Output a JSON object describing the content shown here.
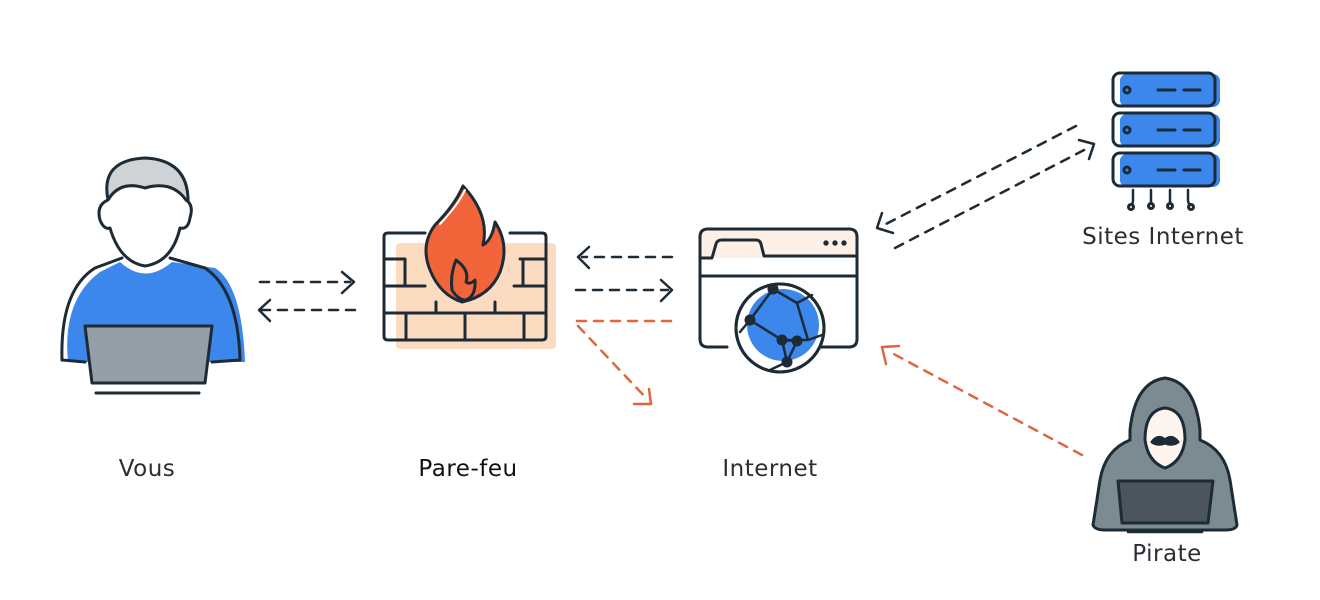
{
  "labels": {
    "user": "Vous",
    "firewall": "Pare-feu",
    "internet": "Internet",
    "websites": "Sites Internet",
    "hacker": "Pirate"
  },
  "colors": {
    "stroke": "#1c2b36",
    "blue": "#3b87ec",
    "orange": "#f2643a",
    "peach": "#fcdcc0",
    "light_peach": "#fdf1e7",
    "gray": "#7c8b92",
    "laptop_gray": "#949fa6",
    "dark_gray": "#4b555b",
    "hair": "#cfd3d6",
    "danger_arrow": "#e0663f"
  },
  "icons": [
    "user-icon",
    "firewall-icon",
    "browser-globe-icon",
    "server-icon",
    "hacker-icon"
  ]
}
